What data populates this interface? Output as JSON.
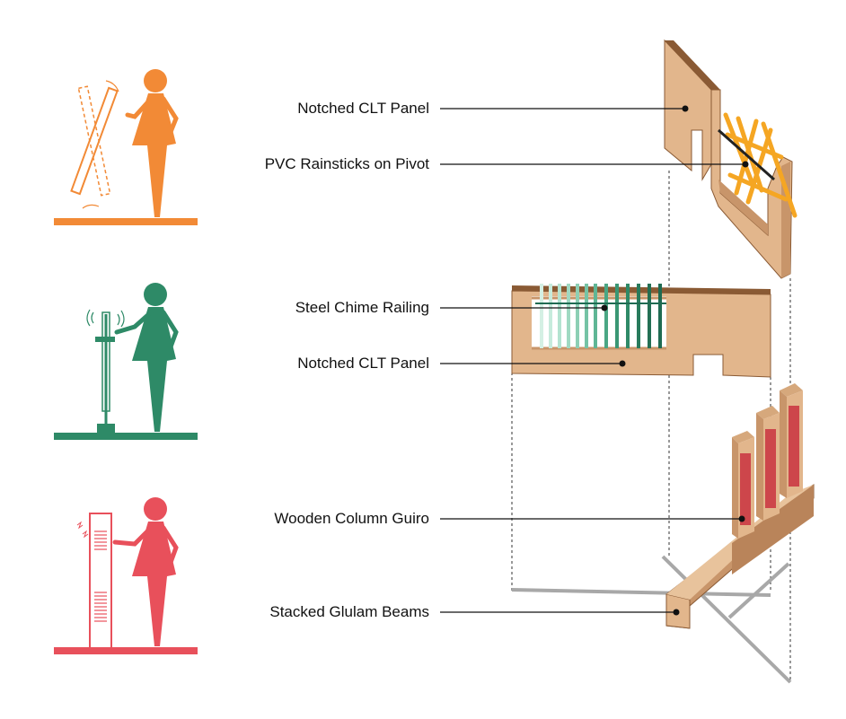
{
  "labels": {
    "clt_panel_top": "Notched CLT Panel",
    "pvc_rainsticks": "PVC Rainsticks on Pivot",
    "steel_chime": "Steel Chime Railing",
    "clt_panel_mid": "Notched CLT Panel",
    "wooden_guiro": "Wooden Column Guiro",
    "glulam_beams": "Stacked Glulam Beams"
  },
  "colors": {
    "orange": "#f28a36",
    "green": "#2e8a67",
    "red": "#e8505b",
    "wood": "#e2b68c",
    "wood_dark": "#c8956a",
    "wood_edge": "#8a5a34",
    "rainstick": "#f5a623",
    "chime_light": "#bfe8d8",
    "chime_dark": "#1f6b52",
    "guiro_red": "#c9323f",
    "leader": "#111111",
    "dashed": "#333333",
    "ground_gray": "#a8a8a8"
  },
  "icons": [
    "person-tilting-rainstick-icon",
    "person-playing-chime-icon",
    "person-scraping-guiro-icon"
  ]
}
